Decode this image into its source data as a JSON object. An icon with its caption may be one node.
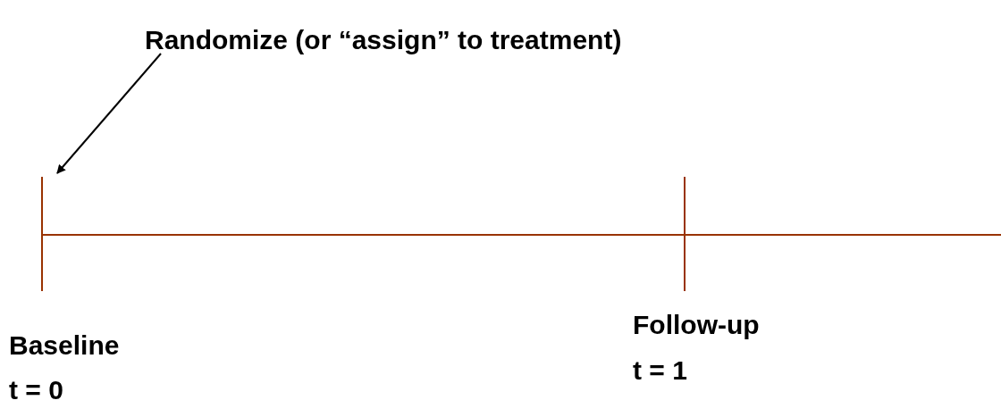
{
  "diagram": {
    "nodes": [
      {
        "text": [
          "Randomize (or “assign” to treatment)"
        ]
      },
      {
        "text": [],
        "shape": "bar"
      }
    ],
    "edges": [
      {
        "from": 0,
        "to": 1,
        "arrow": "to"
      }
    ],
    "labels": [
      "Baseline",
      "t = 0",
      "Follow-up",
      "t = 1"
    ]
  }
}
